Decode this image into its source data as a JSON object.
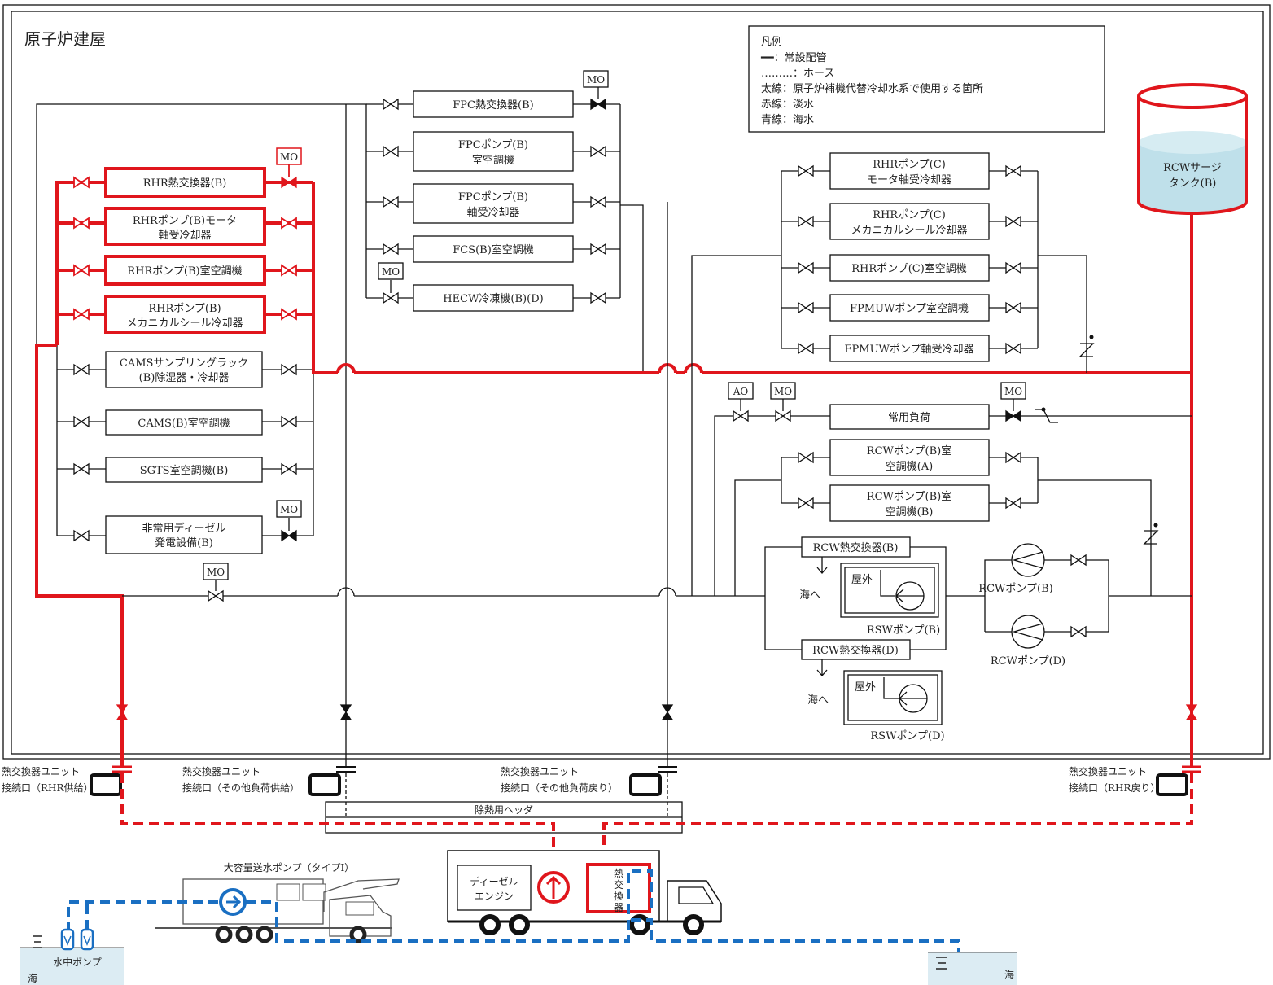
{
  "building": {
    "title": "原子炉建屋"
  },
  "legend": {
    "title": "凡例",
    "items": [
      "━━：常設配管",
      "………：ホース",
      "太線：原子炉補機代替冷却水系で使用する箇所",
      "赤線：淡水",
      "青線：海水"
    ]
  },
  "valve_tags": {
    "mo": "MO",
    "ao": "AO"
  },
  "loads_left": [
    [
      "RHR熱交換器(B)"
    ],
    [
      "RHRポンプ(B)モータ",
      "軸受冷却器"
    ],
    [
      "RHRポンプ(B)室空調機"
    ],
    [
      "RHRポンプ(B)",
      "メカニカルシール冷却器"
    ],
    [
      "CAMSサンプリングラック",
      "(B)除湿器・冷却器"
    ],
    [
      "CAMS(B)室空調機"
    ],
    [
      "SGTS室空調機(B)"
    ],
    [
      "非常用ディーゼル",
      "発電設備(B)"
    ]
  ],
  "loads_center": [
    [
      "FPC熱交換器(B)"
    ],
    [
      "FPCポンプ(B)",
      "室空調機"
    ],
    [
      "FPCポンプ(B)",
      "軸受冷却器"
    ],
    [
      "FCS(B)室空調機"
    ],
    [
      "HECW冷凍機(B)(D)"
    ]
  ],
  "loads_right": [
    [
      "RHRポンプ(C)",
      "モータ軸受冷却器"
    ],
    [
      "RHRポンプ(C)",
      "メカニカルシール冷却器"
    ],
    [
      "RHRポンプ(C)室空調機"
    ],
    [
      "FPMUWポンプ室空調機"
    ],
    [
      "FPMUWポンプ軸受冷却器"
    ]
  ],
  "loads_lower": [
    [
      "常用負荷"
    ],
    [
      "RCWポンプ(B)室",
      "空調機(A)"
    ],
    [
      "RCWポンプ(B)室",
      "空調機(B)"
    ]
  ],
  "tank": {
    "label": [
      "RCWサージ",
      "タンク(B)"
    ]
  },
  "rcw": {
    "hx_b": "RCW熱交換器(B)",
    "hx_d": "RCW熱交換器(D)",
    "to_sea": "海へ",
    "outdoor": "屋外",
    "rsw_b": "RSWポンプ(B)",
    "rsw_d": "RSWポンプ(D)",
    "pump_b": "RCWポンプ(B)",
    "pump_d": "RCWポンプ(D)"
  },
  "connections": {
    "rhr_supply": [
      "熱交換器ユニット",
      "接続口（RHR供給）"
    ],
    "other_supply": [
      "熱交換器ユニット",
      "接続口（その他負荷供給）"
    ],
    "other_return": [
      "熱交換器ユニット",
      "接続口（その他負荷戻り）"
    ],
    "rhr_return": [
      "熱交換器ユニット",
      "接続口（RHR戻り）"
    ]
  },
  "header_label": "除熱用ヘッダ",
  "large_pump_label": "大容量送水ポンプ（タイプⅠ）",
  "truck": {
    "engine": [
      "ディーゼル",
      "エンジン"
    ],
    "hx": [
      "熱",
      "交",
      "換",
      "器"
    ]
  },
  "submersible_pump": "水中ポンプ",
  "sea_left": "海",
  "sea_right": "海",
  "colors": {
    "freshwater": "#e0161c",
    "seawater": "#1a6fc2",
    "tank_fill": "#bfe0ea",
    "sea_fill": "#dcecf3"
  }
}
